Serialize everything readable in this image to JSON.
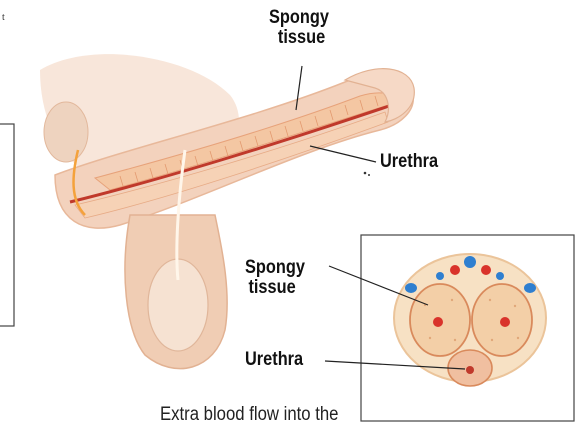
{
  "main_view": {
    "label_spongy_line1": "Spongy",
    "label_spongy_line2": "tissue",
    "label_urethra": "Urethra"
  },
  "cross_section": {
    "label_spongy_line1": "Spongy",
    "label_spongy_line2": "tissue",
    "label_urethra": "Urethra"
  },
  "caption": "Extra blood flow into the",
  "edge_mark": "t",
  "colors": {
    "skin": "#f3d2bd",
    "tissue": "#f1c8a8",
    "urethra_line": "#c0392b",
    "vessel_blue": "#2f7fd0",
    "vessel_red": "#d9332b"
  }
}
